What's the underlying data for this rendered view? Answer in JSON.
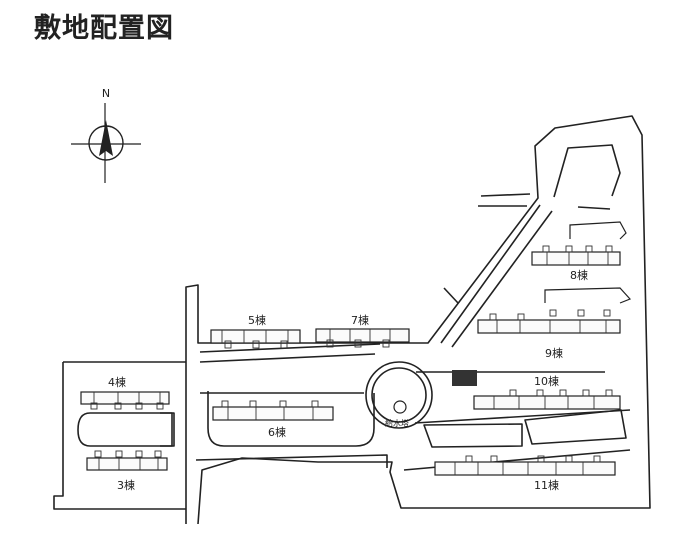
{
  "title": "敷地配置図",
  "compass": {
    "label": "N"
  },
  "buildings": [
    {
      "id": "b3",
      "label": "3棟"
    },
    {
      "id": "b4",
      "label": "4棟"
    },
    {
      "id": "b5",
      "label": "5棟"
    },
    {
      "id": "b6",
      "label": "6棟"
    },
    {
      "id": "b7",
      "label": "7棟"
    },
    {
      "id": "b8",
      "label": "8棟"
    },
    {
      "id": "b9",
      "label": "9棟"
    },
    {
      "id": "b10",
      "label": "10棟"
    },
    {
      "id": "b11",
      "label": "11棟"
    }
  ],
  "water_tower": {
    "label": "給水塔"
  },
  "marker": {
    "color": "#333333"
  },
  "colors": {
    "line": "#222222",
    "background": "#ffffff"
  }
}
